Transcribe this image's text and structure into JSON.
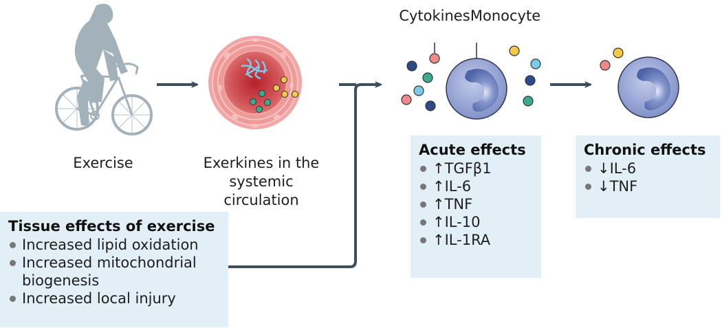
{
  "figure": {
    "nodes": {
      "exercise": {
        "label": "Exercise"
      },
      "exerkines": {
        "label_line1": "Exerkines in the",
        "label_line2": "systemic circulation"
      },
      "cytokines": {
        "label": "Cytokines"
      },
      "monocyte": {
        "label": "Monocyte"
      }
    },
    "tissue_effects": {
      "title": "Tissue effects of exercise",
      "items": [
        {
          "text": "Increased lipid oxidation"
        },
        {
          "text": "Increased mitochondrial",
          "continuation": "biogenesis"
        },
        {
          "text": "Increased local injury"
        }
      ]
    },
    "acute_effects": {
      "title": "Acute effects",
      "items": [
        {
          "direction": "↑",
          "text": "TGFβ1"
        },
        {
          "direction": "↑",
          "text": "IL-6"
        },
        {
          "direction": "↑",
          "text": "TNF"
        },
        {
          "direction": "↑",
          "text": "IL-10"
        },
        {
          "direction": "↑",
          "text": "IL-1RA"
        }
      ]
    },
    "chronic_effects": {
      "title": "Chronic effects",
      "items": [
        {
          "direction": "↓",
          "text": "IL-6"
        },
        {
          "direction": "↓",
          "text": "TNF"
        }
      ]
    },
    "colors": {
      "arrow": "#3d4f5c",
      "box_bg": "#e2eff6",
      "cyclist": "#a3b1bb",
      "vessel_outer": "#f0a0a0",
      "vessel_lumen": "#c8343d",
      "monocyte": "#8a9ad0",
      "nucleus": "#5d72b3",
      "cytokine_red": "#f08a8a",
      "cytokine_navy": "#2d4a8a",
      "cytokine_teal": "#3aaa90",
      "cytokine_cyan": "#7ccaea",
      "cytokine_yellow": "#f4c84a",
      "fiber": "#7ccaea"
    }
  }
}
